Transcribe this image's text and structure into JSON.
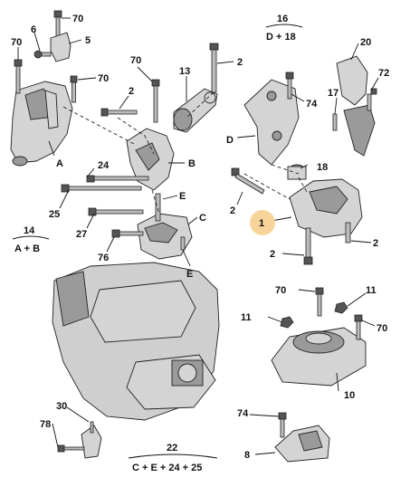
{
  "labels": {
    "p70a": "70",
    "p6": "6",
    "p5": "5",
    "p70b": "70",
    "p70c": "70",
    "p70d": "70",
    "p13": "13",
    "p2a": "2",
    "p2b": "2",
    "pA": "A",
    "pB": "B",
    "p24": "24",
    "p25": "25",
    "p27": "27",
    "p76": "76",
    "pE1": "E",
    "pC": "C",
    "pE2": "E",
    "p16": "16",
    "p20": "20",
    "p74a": "74",
    "p17": "17",
    "p72": "72",
    "pD": "D",
    "p18": "18",
    "p2c": "2",
    "p1": "1",
    "p2d": "2",
    "p2e": "2",
    "p70e": "70",
    "p11a": "11",
    "p11b": "11",
    "p70f": "70",
    "p10": "10",
    "p74b": "74",
    "p8": "8",
    "p30": "30",
    "p78": "78",
    "p22": "22",
    "p14": "14"
  },
  "groups": {
    "g16": "D + 18",
    "g14": "A + B",
    "g22": "C + E + 24 + 25"
  },
  "highlight": {
    "part": "1",
    "color": "#f7d59a"
  }
}
